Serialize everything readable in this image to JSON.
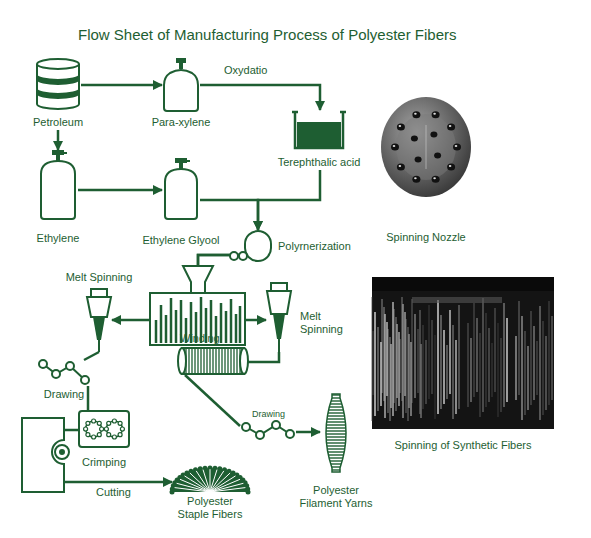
{
  "diagram": {
    "title": "Flow Sheet of Manufacturing Process of Polyester Fibers",
    "nodes": [
      {
        "text": [
          "Petroleum"
        ]
      },
      {
        "text": [
          "Para-xylene"
        ]
      },
      {
        "text": [
          "Terephthalic acid"
        ]
      },
      {
        "text": [
          "Ethylene"
        ]
      },
      {
        "text": [
          "Ethylene Glyool"
        ]
      },
      {
        "text": [
          "Polyrnerization"
        ]
      },
      {
        "text": [
          "Spinning Nozzle"
        ]
      },
      {
        "text": [
          "Melt Spinning"
        ]
      },
      {
        "text": [
          "Melt Spinning"
        ]
      },
      {
        "text": [
          "Drawing"
        ]
      },
      {
        "text": [
          "Crimping"
        ]
      },
      {
        "text": [
          "Polyester Staple Fibers"
        ]
      },
      {
        "text": [
          "Winding"
        ]
      },
      {
        "text": [
          "Drawing"
        ]
      },
      {
        "text": [
          "Polyester Filament Yarns"
        ]
      },
      {
        "text": [
          "Spinning of Synthetic Fibers"
        ]
      }
    ],
    "edges": [
      {
        "from": 0,
        "to": 1,
        "arrow": "to"
      },
      {
        "from": 0,
        "to": 3,
        "arrow": "to"
      },
      {
        "from": 1,
        "to": 2,
        "label": "Oxydatio",
        "arrow": "to"
      },
      {
        "from": 3,
        "to": 4,
        "arrow": "to"
      },
      {
        "from": 2,
        "to": 5,
        "arrow": "to"
      },
      {
        "from": 4,
        "to": 5,
        "arrow": "to"
      },
      {
        "from": 5,
        "to": 7,
        "arrow": "to"
      },
      {
        "from": 5,
        "to": 8,
        "arrow": "to"
      },
      {
        "from": 7,
        "to": 9,
        "arrow": "none"
      },
      {
        "from": 9,
        "to": 10,
        "arrow": "none"
      },
      {
        "from": 10,
        "to": 11,
        "label": "Cutting",
        "arrow": "to"
      },
      {
        "from": 8,
        "to": 12,
        "arrow": "none"
      },
      {
        "from": 12,
        "to": 13,
        "arrow": "none"
      },
      {
        "from": 13,
        "to": 14,
        "arrow": "to"
      }
    ]
  }
}
